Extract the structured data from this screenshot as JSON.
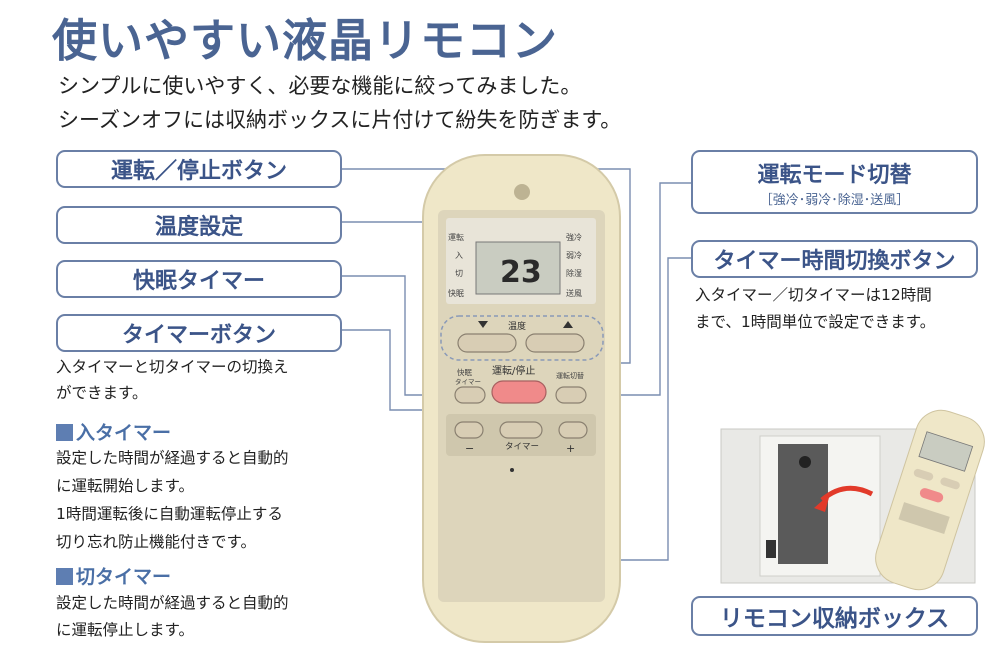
{
  "title": "使いやすい液晶リモコン",
  "intro": [
    "シンプルに使いやすく、必要な機能に絞ってみました。",
    "シーズンオフには収納ボックスに片付けて紛失を防ぎます。"
  ],
  "callouts": {
    "power": "運転／停止ボタン",
    "temp": "温度設定",
    "sleep": "快眠タイマー",
    "timer": "タイマーボタン",
    "mode": "運転モード切替",
    "mode_sub": "［強冷･弱冷･除湿･送風］",
    "timer_change": "タイマー時間切換ボタン",
    "storage": "リモコン収納ボックス"
  },
  "timer_desc": [
    "入タイマーと切タイマーの切換え",
    "ができます。"
  ],
  "on_timer": {
    "heading": "入タイマー",
    "lines": [
      "設定した時間が経過すると自動的",
      "に運転開始します。",
      "1時間運転後に自動運転停止する",
      "切り忘れ防止機能付きです。"
    ]
  },
  "off_timer": {
    "heading": "切タイマー",
    "lines": [
      "設定した時間が経過すると自動的",
      "に運転停止します。"
    ]
  },
  "timer_change_desc": [
    "入タイマー／切タイマーは12時間",
    "まで、1時間単位で設定できます。"
  ],
  "remote": {
    "display_temp": "23",
    "lcd_left": [
      "運転",
      "入",
      "切",
      "快眠"
    ],
    "lcd_right": [
      "強冷",
      "弱冷",
      "除湿",
      "送風"
    ],
    "temp_label": "温度",
    "btn_sleep": "快眠",
    "btn_sleep_sub": "タイマー",
    "btn_power": "運転/停止",
    "btn_mode": "運転切替",
    "timer_label": "タイマー",
    "minus": "−",
    "plus": "+"
  },
  "colors": {
    "title": "#4a6492",
    "callout_border": "#6a7fa6",
    "callout_text": "#3b5488",
    "remote_body": "#efe7c8",
    "remote_face": "#ddd5bb",
    "power_button": "#f08a8a",
    "lcd": "#c9ccc1"
  }
}
